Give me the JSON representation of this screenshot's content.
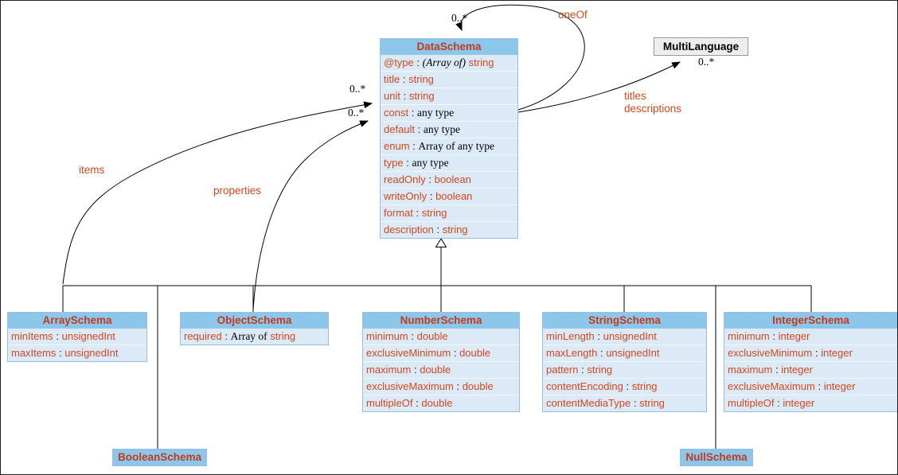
{
  "ui": {
    "colon": ":"
  },
  "colors": {
    "accent_orange": "#D2481E",
    "header_blue": "#8CC6EA",
    "row_blue": "#DCE9F7",
    "plain_gray": "#EDEDED",
    "line_black": "#000000"
  },
  "classes": {
    "dataschema": {
      "title": "DataSchema",
      "rows": [
        {
          "name": "@type",
          "italic": "(Array of)",
          "plain": "",
          "type": "string"
        },
        {
          "name": "title",
          "italic": "",
          "plain": "",
          "type": "string"
        },
        {
          "name": "unit",
          "italic": "",
          "plain": "",
          "type": "string"
        },
        {
          "name": "const",
          "italic": "",
          "plain": "any type",
          "type": ""
        },
        {
          "name": "default",
          "italic": "",
          "plain": "any type",
          "type": ""
        },
        {
          "name": "enum",
          "italic": "",
          "plain": "Array of any type",
          "type": ""
        },
        {
          "name": "type",
          "italic": "",
          "plain": "any type",
          "type": ""
        },
        {
          "name": "readOnly",
          "italic": "",
          "plain": "",
          "type": "boolean"
        },
        {
          "name": "writeOnly",
          "italic": "",
          "plain": "",
          "type": "boolean"
        },
        {
          "name": "format",
          "italic": "",
          "plain": "",
          "type": "string"
        },
        {
          "name": "description",
          "italic": "",
          "plain": "",
          "type": "string"
        }
      ]
    },
    "multilanguage": {
      "title": "MultiLanguage"
    },
    "arrayschema": {
      "title": "ArraySchema",
      "rows": [
        {
          "name": "minItems",
          "italic": "",
          "plain": "",
          "type": "unsignedInt"
        },
        {
          "name": "maxItems",
          "italic": "",
          "plain": "",
          "type": "unsignedInt"
        }
      ]
    },
    "objectschema": {
      "title": "ObjectSchema",
      "rows": [
        {
          "name": "required",
          "italic": "",
          "plain": "Array of",
          "type": "string"
        }
      ]
    },
    "numberschema": {
      "title": "NumberSchema",
      "rows": [
        {
          "name": "minimum",
          "italic": "",
          "plain": "",
          "type": "double"
        },
        {
          "name": "exclusiveMinimum",
          "italic": "",
          "plain": "",
          "type": "double"
        },
        {
          "name": "maximum",
          "italic": "",
          "plain": "",
          "type": "double"
        },
        {
          "name": "exclusiveMaximum",
          "italic": "",
          "plain": "",
          "type": "double"
        },
        {
          "name": "multipleOf",
          "italic": "",
          "plain": "",
          "type": "double"
        }
      ]
    },
    "stringschema": {
      "title": "StringSchema",
      "rows": [
        {
          "name": "minLength",
          "italic": "",
          "plain": "",
          "type": "unsignedInt"
        },
        {
          "name": "maxLength",
          "italic": "",
          "plain": "",
          "type": "unsignedInt"
        },
        {
          "name": "pattern",
          "italic": "",
          "plain": "",
          "type": "string"
        },
        {
          "name": "contentEncoding",
          "italic": "",
          "plain": "",
          "type": "string"
        },
        {
          "name": "contentMediaType",
          "italic": "",
          "plain": "",
          "type": "string"
        }
      ]
    },
    "integerschema": {
      "title": "IntegerSchema",
      "rows": [
        {
          "name": "minimum",
          "italic": "",
          "plain": "",
          "type": "integer"
        },
        {
          "name": "exclusiveMinimum",
          "italic": "",
          "plain": "",
          "type": "integer"
        },
        {
          "name": "maximum",
          "italic": "",
          "plain": "",
          "type": "integer"
        },
        {
          "name": "exclusiveMaximum",
          "italic": "",
          "plain": "",
          "type": "integer"
        },
        {
          "name": "multipleOf",
          "italic": "",
          "plain": "",
          "type": "integer"
        }
      ]
    },
    "booleanschema": {
      "title": "BooleanSchema"
    },
    "nullschema": {
      "title": "NullSchema"
    }
  },
  "associations": {
    "items": "items",
    "properties": "properties",
    "oneof": "oneOf",
    "titles": "titles",
    "descriptions": "descriptions"
  },
  "multiplicities": {
    "items": "0..*",
    "properties": "0..*",
    "oneof": "0..*",
    "titles": "0..*"
  }
}
